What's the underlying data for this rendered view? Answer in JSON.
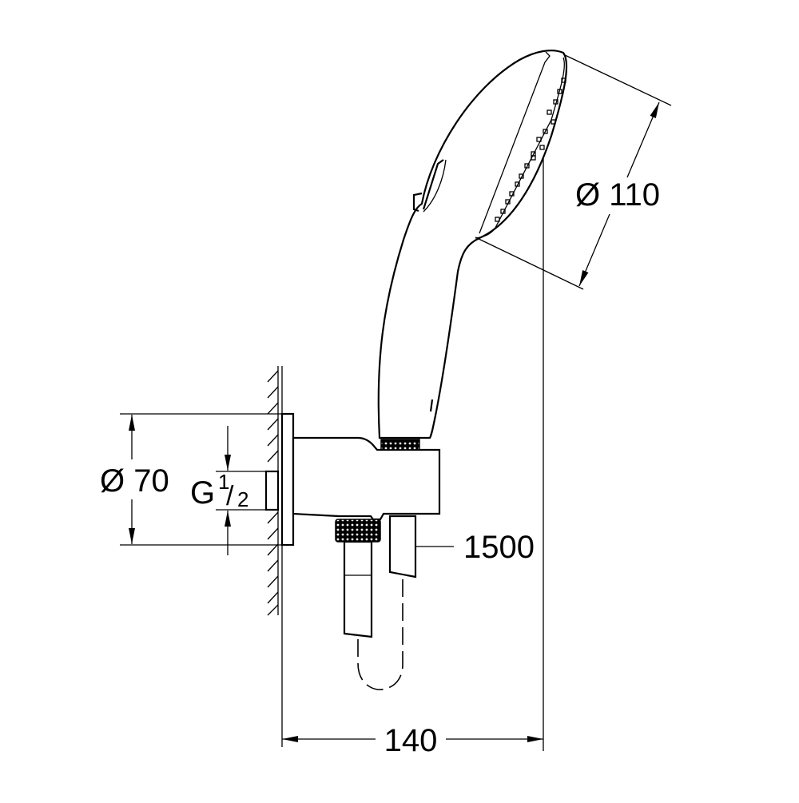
{
  "drawing": {
    "subject": "Hand shower with wall outlet holder and hose",
    "line_color": "#000000",
    "background_color": "#ffffff"
  },
  "dimensions": {
    "shower_head_diameter": {
      "symbol": "Ø",
      "value": "110"
    },
    "wall_flange_diameter": {
      "symbol": "Ø",
      "value": "70"
    },
    "thread": {
      "prefix": "G",
      "numerator": "1",
      "slash": "/",
      "denominator": "2"
    },
    "hose_length": {
      "value": "1500"
    },
    "projection_depth": {
      "value": "140"
    }
  }
}
